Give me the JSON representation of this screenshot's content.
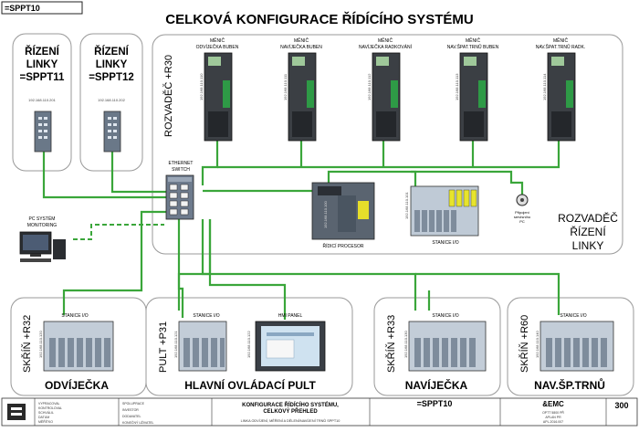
{
  "sheet_id": "=SPPT10",
  "title": "CELKOVÁ KONFIGURACE ŘÍDÍCÍHO SYSTÉMU",
  "linky": [
    {
      "line1": "ŘÍZENÍ",
      "line2": "LINKY",
      "line3": "=SPPT11",
      "ip": "192.168.110.201"
    },
    {
      "line1": "ŘÍZENÍ",
      "line2": "LINKY",
      "line3": "=SPPT12",
      "ip": "192.168.110.202"
    }
  ],
  "rozvadec_label": "ROZVADĚČ +R30",
  "drives": [
    {
      "l1": "MĚNIČ",
      "l2": "ODVÍJEČKA BUBEN",
      "ip": "192.168.110.110"
    },
    {
      "l1": "MĚNIČ",
      "l2": "NAVÍJEČKA BUBEN",
      "ip": "192.168.110.111"
    },
    {
      "l1": "MĚNIČ",
      "l2": "NAVÍJEČKA RADKOVÁNÍ",
      "ip": "192.168.110.112"
    },
    {
      "l1": "MĚNIČ",
      "l2": "NAV.ŠPAT.TRNŮ BUBEN",
      "ip": "192.168.110.113"
    },
    {
      "l1": "MĚNIČ",
      "l2": "NAV.ŠPAT.TRNŮ RADK.",
      "ip": "192.168.110.114"
    }
  ],
  "switch": {
    "l1": "ETHERNET",
    "l2": "SWITCH"
  },
  "pc": {
    "l1": "PC SYSTÉM",
    "l2": "MONITORING"
  },
  "processor": {
    "label": "ŘÍDICÍ PROCESOR",
    "ip": "192.168.110.100"
  },
  "io_main": {
    "label": "STANICE I/O",
    "ip": "192.168.110.101"
  },
  "encoder": {
    "l1": "Připojení",
    "l2": "servisního",
    "l3": "PC"
  },
  "rozvadec_rizeni": {
    "l1": "ROZVADĚČ",
    "l2": "ŘÍZENÍ",
    "l3": "LINKY"
  },
  "cabinets": [
    {
      "side": "SKŘÍŇ +R32",
      "name": "ODVÍJEČKA",
      "io": "STANICE I/O",
      "ip": "192.168.110.120"
    },
    {
      "side": "PULT +P31",
      "name": "HLAVNÍ OVLÁDACÍ PULT",
      "io": "STANICE I/O",
      "hmi": "HMI PANEL",
      "ip": "192.168.110.121",
      "hmi_ip": "192.168.110.122"
    },
    {
      "side": "SKŘÍŇ +R33",
      "name": "NAVÍJEČKA",
      "io": "STANICE I/O",
      "ip": "192.168.110.130"
    },
    {
      "side": "SKŘÍŇ +R60",
      "name": "NAV.ŠP.TRNŮ",
      "io": "STANICE I/O",
      "ip": "192.168.110.140"
    }
  ],
  "titleblock": {
    "drawing_title_1": "KONFIGURACE ŘÍDÍCÍHO SYSTÉMU,",
    "drawing_title_2": "CELKOVÝ PŘEHLED",
    "drawing_subtitle": "LINKA ODVÍJENÍ, MĚŘENÍ A DĚLENÍ/NAVÍJENÍ TRNŮ SPPT10",
    "code": "=SPPT10",
    "emc": "&EMC",
    "page": "300",
    "small_left": [
      "VYPRACOVAL",
      "KONTROLOVAL",
      "SCHVÁLIL",
      "DATUM",
      "MĚŘÍTKO"
    ],
    "small_mid": [
      "SPOLUPRACE",
      "INVESTOR",
      "DODAVATEL",
      "KONEČNÝ UŽIVATEL"
    ],
    "small_right": [
      "OPTT 5800 PŘ",
      "APLAN PR",
      "APL.2016.007"
    ]
  }
}
